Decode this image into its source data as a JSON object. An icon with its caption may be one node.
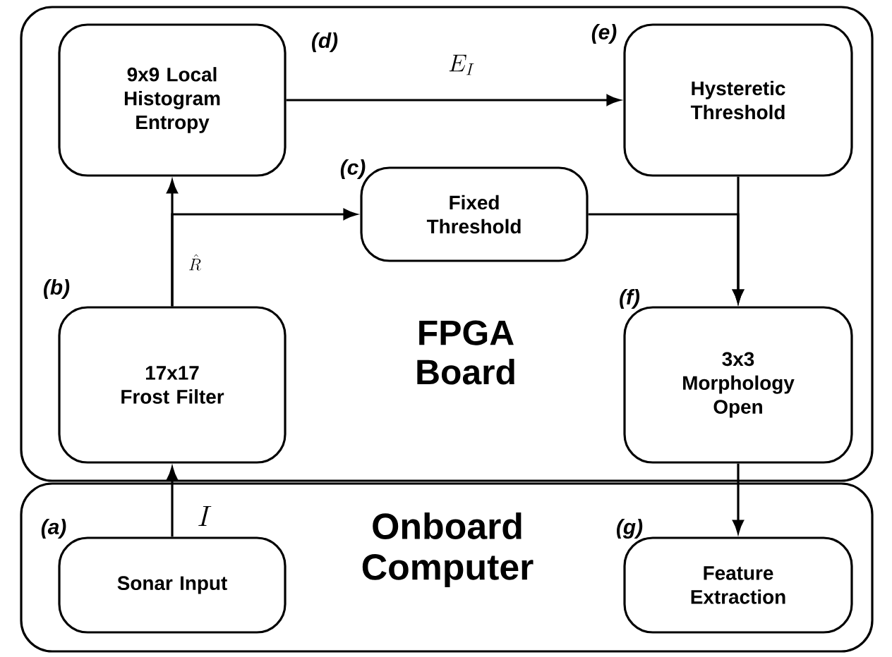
{
  "diagram": {
    "nodes": [
      {
        "text": [
          "FPGA Board"
        ]
      },
      {
        "text": [
          "9x9 Local Histogram Entropy"
        ],
        "in": 0,
        "beside": [
          "(d)"
        ]
      },
      {
        "text": [
          "Hysteretic Threshold"
        ],
        "in": 0,
        "beside": [
          "(e)"
        ]
      },
      {
        "text": [
          "Fixed Threshold"
        ],
        "in": 0,
        "beside": [
          "(c)"
        ]
      },
      {
        "text": [
          "17x17 Frost Filter"
        ],
        "in": 0,
        "beside": [
          "(b)"
        ]
      },
      {
        "text": [
          "3x3 Morphology Open"
        ],
        "in": 0,
        "beside": [
          "(f)"
        ]
      },
      {
        "text": [
          "Onboard Computer"
        ]
      },
      {
        "text": [
          "Sonar Input"
        ],
        "in": 6,
        "beside": [
          "(a)"
        ]
      },
      {
        "text": [
          "Feature Extraction"
        ],
        "in": 6,
        "beside": [
          "(g)"
        ]
      }
    ],
    "edges": [
      {
        "from": 7,
        "to": 4,
        "arrow": "to",
        "label": "I"
      },
      {
        "from": 4,
        "to": 1,
        "arrow": "to",
        "label": "\\hat{R}"
      },
      {
        "from": 4,
        "to": 3,
        "arrow": "to"
      },
      {
        "from": 1,
        "to": 2,
        "arrow": "to",
        "label": "E_I"
      },
      {
        "from": 2,
        "to": 5,
        "arrow": "to"
      },
      {
        "from": 3,
        "to": 5,
        "arrow": "to"
      },
      {
        "from": 5,
        "to": 8,
        "arrow": "to"
      }
    ]
  }
}
